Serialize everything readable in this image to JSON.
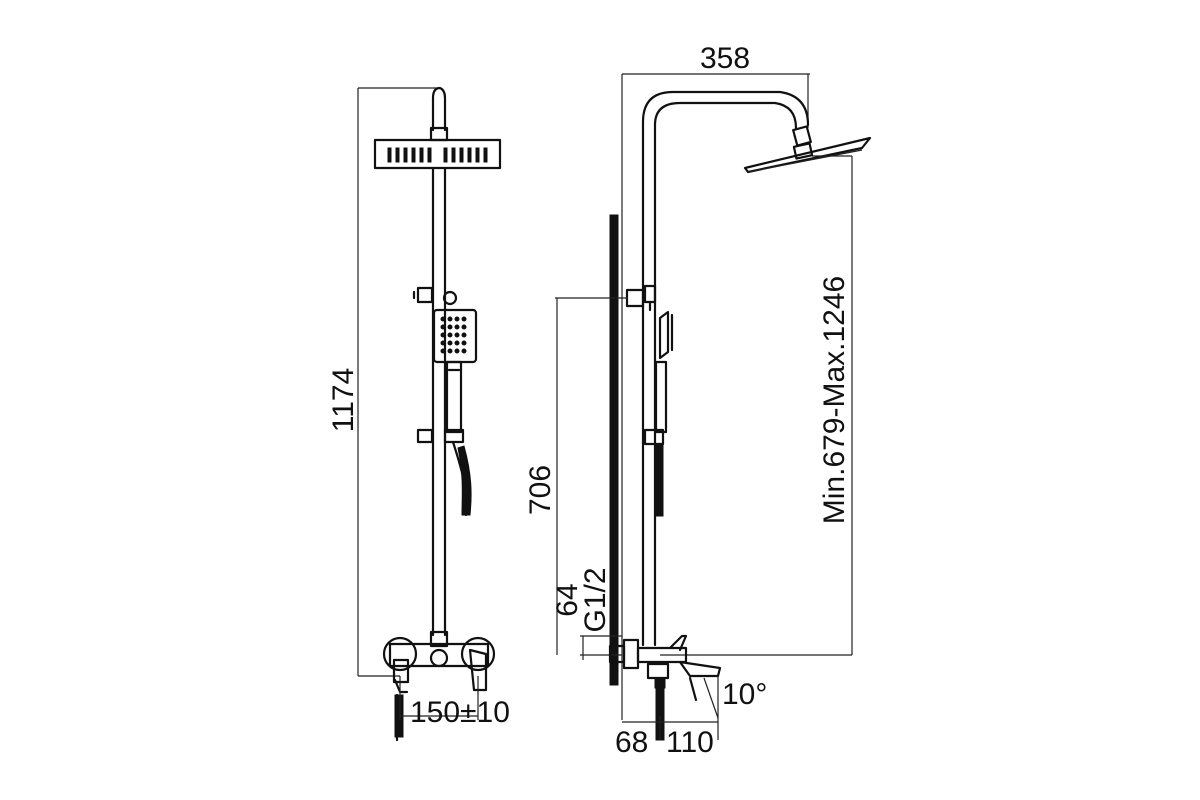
{
  "dimensions": {
    "overall_height": "1174",
    "arm_length": "358",
    "adjustable_height": "Min.679-Max.1246",
    "holder_height": "706",
    "inlet_height": "64",
    "thread": "G1/2",
    "inlet_spacing": "150±10",
    "wall_offset": "68",
    "spout_length": "110",
    "spout_angle": "10°"
  },
  "colors": {
    "line": "#111111",
    "background": "#ffffff"
  }
}
